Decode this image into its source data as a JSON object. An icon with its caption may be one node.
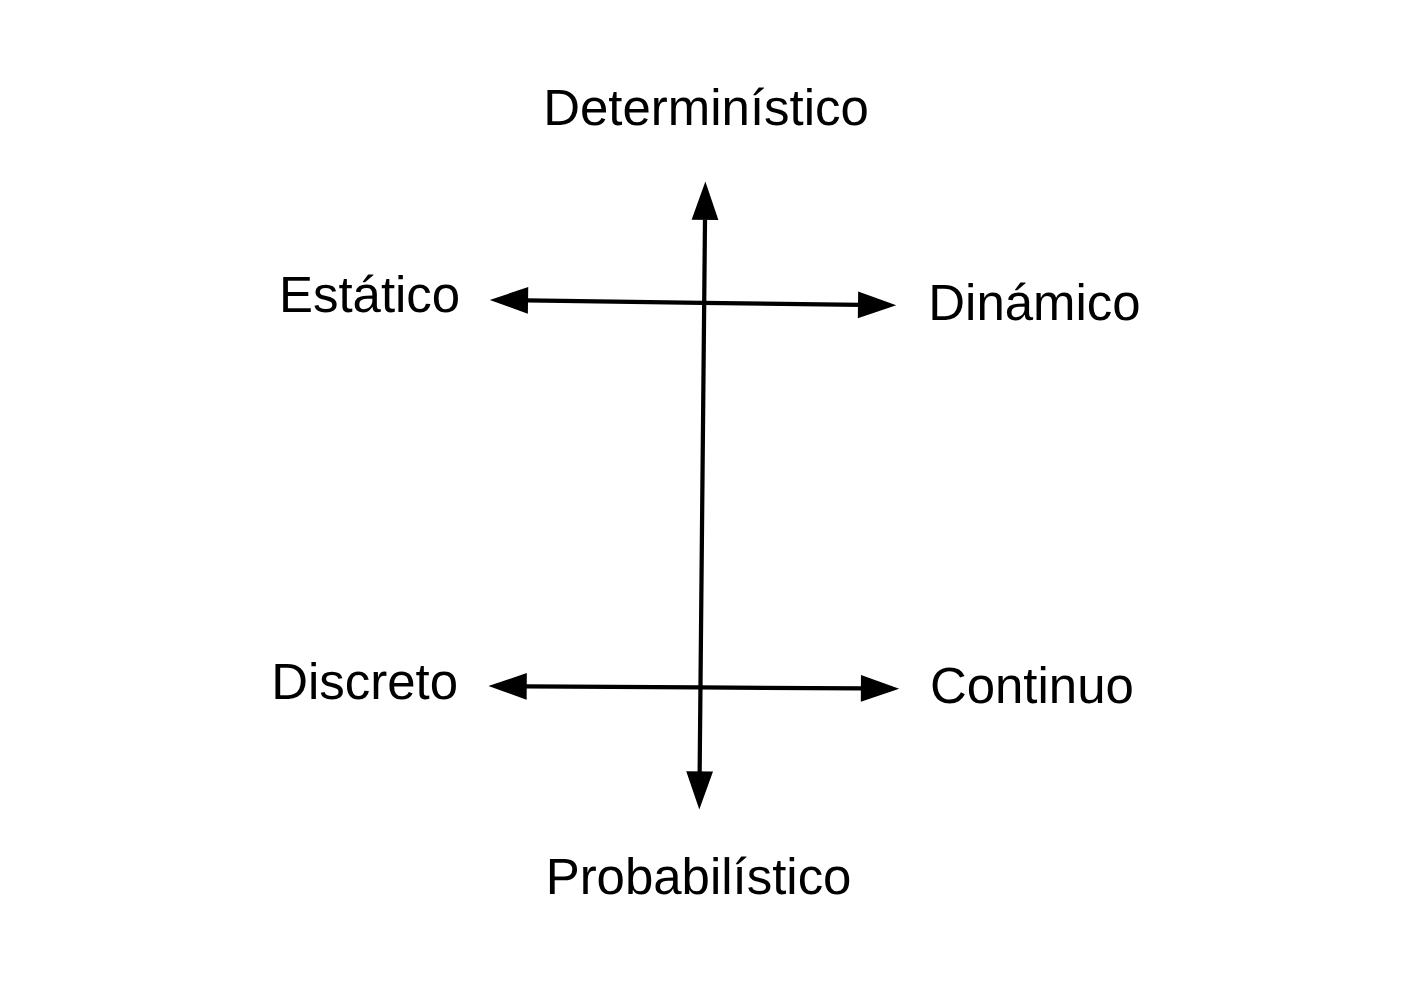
{
  "diagram": {
    "nodes": [
      {
        "text": [
          "Continuo"
        ]
      },
      {
        "text": [
          "Probabilístico"
        ]
      },
      {
        "text": [
          "Estático"
        ]
      },
      {
        "text": [
          "Dinámico"
        ]
      },
      {
        "text": [
          "Determinístico"
        ]
      },
      {
        "text": [
          "Discreto"
        ]
      }
    ],
    "edges": [
      {
        "from": 5,
        "to": 0,
        "arrow": "both"
      },
      {
        "from": 4,
        "to": 1,
        "arrow": "both"
      },
      {
        "from": 2,
        "to": 3,
        "arrow": "both"
      }
    ]
  }
}
